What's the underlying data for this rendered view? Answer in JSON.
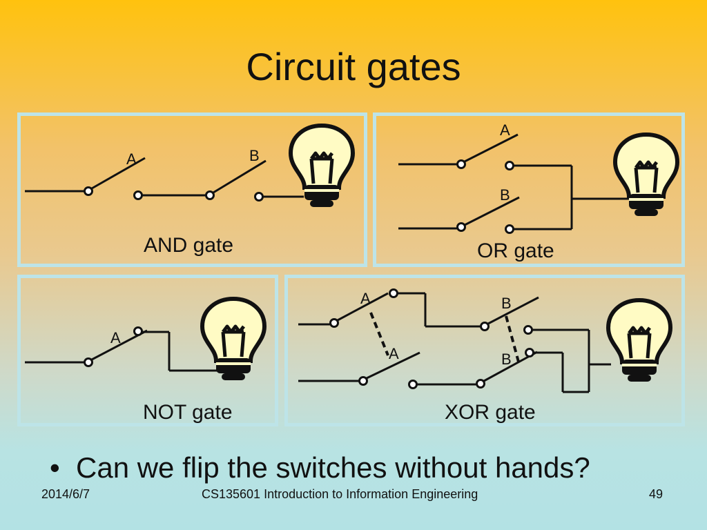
{
  "title": "Circuit gates",
  "labels": {
    "a": "A",
    "b": "B"
  },
  "captions": {
    "and": "AND gate",
    "or": "OR gate",
    "not": "NOT gate",
    "xor": "XOR gate"
  },
  "bullet": "Can we flip the switches without hands?",
  "footer": {
    "date": "2014/6/7",
    "course": "CS135601 Introduction to Information Engineering",
    "page": "49"
  },
  "colors": {
    "panel_border": "#bde4e8",
    "bulb": "#fffbc4",
    "wire": "#111111"
  }
}
